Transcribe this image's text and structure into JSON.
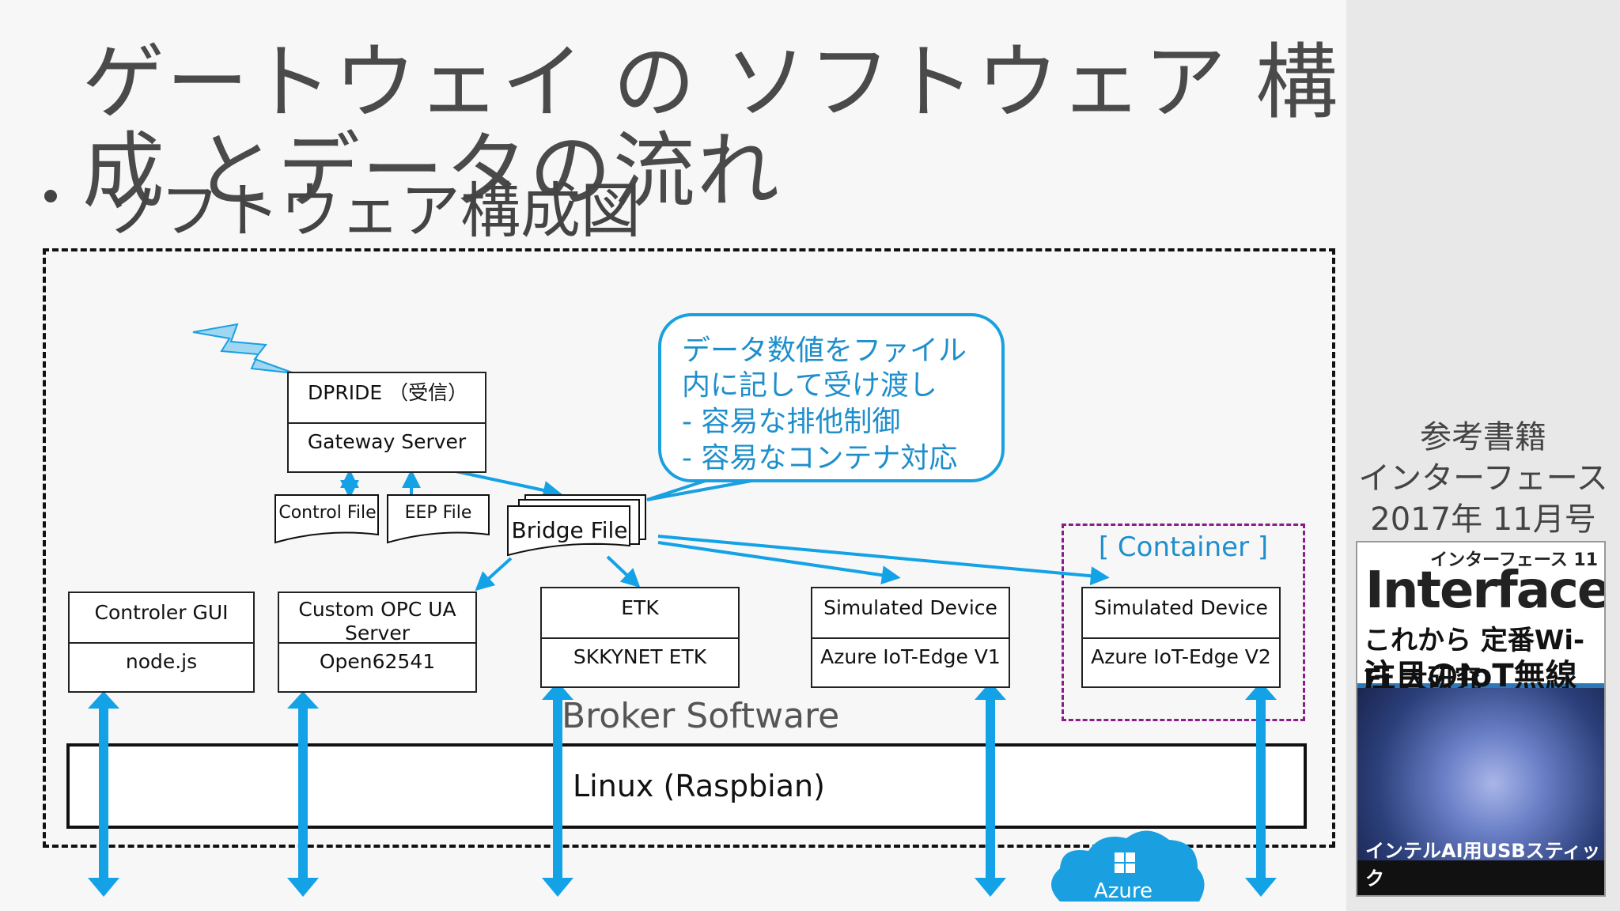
{
  "title": "ゲートウェイ の ソフトウェア 構成 とデータの流れ",
  "bullet": "ソフトウェア構成図",
  "boxes": {
    "dpride": {
      "top": "DPRIDE （受信）",
      "bottom": "Gateway Server"
    },
    "controler_gui": {
      "top": "Controler GUI",
      "bottom": "node.js"
    },
    "custom_opc": {
      "top": "Custom OPC UA Server",
      "bottom": "Open62541"
    },
    "etk": {
      "top": "ETK",
      "bottom": "SKKYNET ETK"
    },
    "sim1": {
      "top": "Simulated Device",
      "bottom": "Azure IoT-Edge V1"
    },
    "sim2": {
      "top": "Simulated Device",
      "bottom": "Azure IoT-Edge V2"
    }
  },
  "files": {
    "control_file": "Control File",
    "eep_file": "EEP File",
    "bridge_file": "Bridge File"
  },
  "callout": {
    "lines": [
      "データ数値をファイル",
      "内に記して受け渡し",
      "- 容易な排他制御",
      "- 容易なコンテナ対応"
    ]
  },
  "container_label": "[ Container ]",
  "broker_label": "Broker Software",
  "linux_label": "Linux (Raspbian)",
  "azure_label": "Azure",
  "reference": {
    "line1": "参考書籍",
    "line2": "インターフェース",
    "line3": "2017年 11月号"
  },
  "book": {
    "brand": "Interface",
    "brand_kana": "インターフェース 11",
    "headline1": "これから 定番Wi-Fi 大研究",
    "headline2": "注目のIoT無線",
    "bottom": "インテルAI用USBスティック"
  },
  "colors": {
    "arrow": "#14a2e6",
    "callout_text": "#1f8fcc",
    "container_border": "#8c1b8c"
  }
}
